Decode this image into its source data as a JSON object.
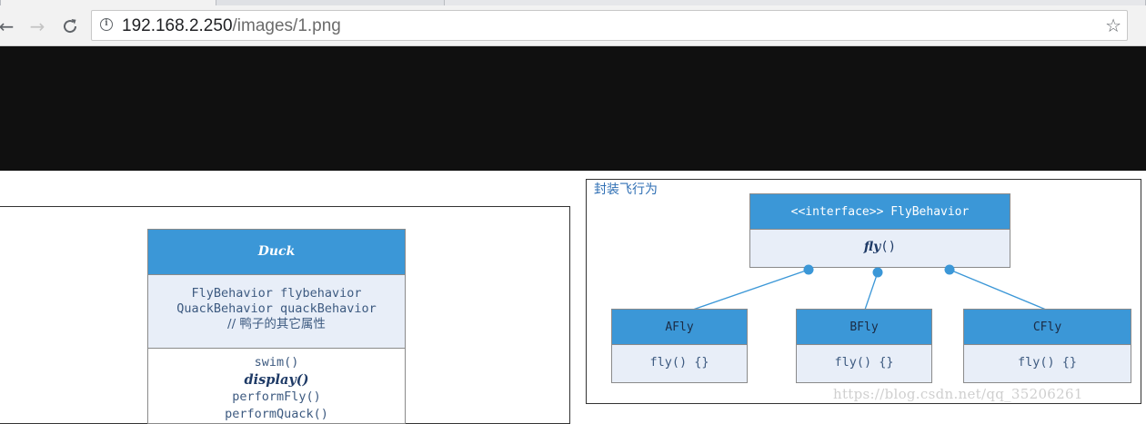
{
  "browser": {
    "back_icon": "arrow-left-icon",
    "forward_icon": "arrow-right-icon",
    "reload_icon": "reload-icon",
    "info_icon": "info-icon",
    "bookmark_icon": "star-icon",
    "url_host": "192.168.2.250",
    "url_path": "/images/1.png"
  },
  "duck_class": {
    "name": "Duck",
    "attributes": [
      "FlyBehavior flybehavior",
      "QuackBehavior quackBehavior",
      "// 鸭子的其它属性"
    ],
    "methods": [
      "swim()",
      "display()",
      "performFly()",
      "performQuack()"
    ]
  },
  "fly_package": {
    "title": "封装飞行为",
    "interface": {
      "stereotype": "<<interface>>  FlyBehavior",
      "operation_name": "fly",
      "operation_suffix": "()"
    },
    "implementations": [
      {
        "name": "AFly",
        "method": "fly() {}"
      },
      {
        "name": "BFly",
        "method": "fly() {}"
      },
      {
        "name": "CFly",
        "method": "fly() {}"
      }
    ]
  },
  "watermark": "https://blog.csdn.net/qq_35206261",
  "colors": {
    "class_header": "#3b97d7",
    "class_body": "#e8eef8",
    "link_line": "#3b97d7",
    "page_band": "#101010"
  }
}
